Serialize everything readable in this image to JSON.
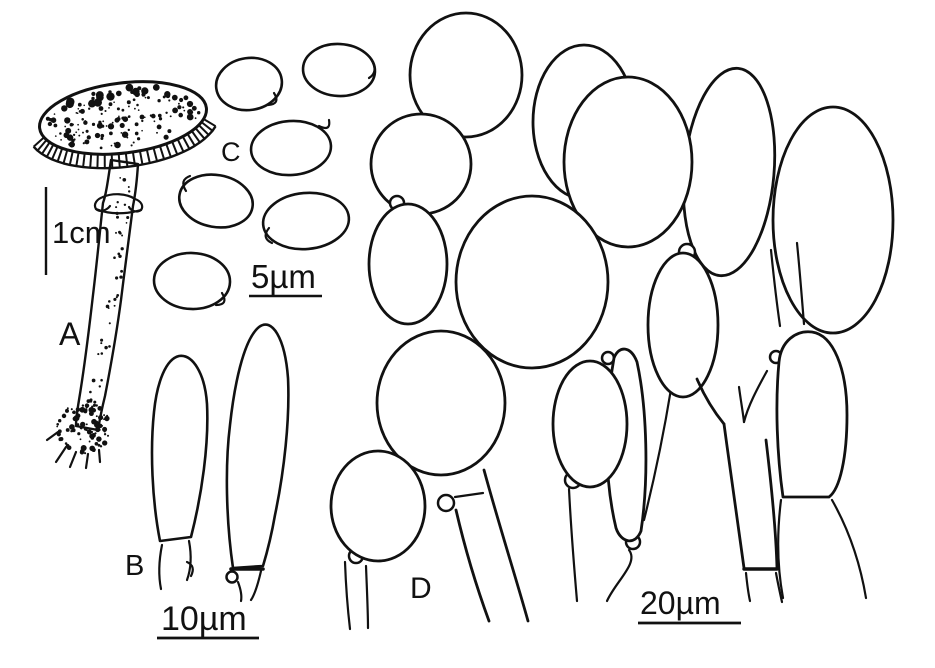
{
  "figure": {
    "background": "#ffffff",
    "ink": "#111111",
    "panel_a": {
      "label": "A",
      "scale_text": "1cm"
    },
    "panel_b": {
      "label": "B",
      "scale_text": "10µm"
    },
    "panel_c": {
      "label": "C",
      "scale_text": "5µm"
    },
    "panel_d": {
      "label": "D",
      "scale_text": "20µm"
    }
  }
}
